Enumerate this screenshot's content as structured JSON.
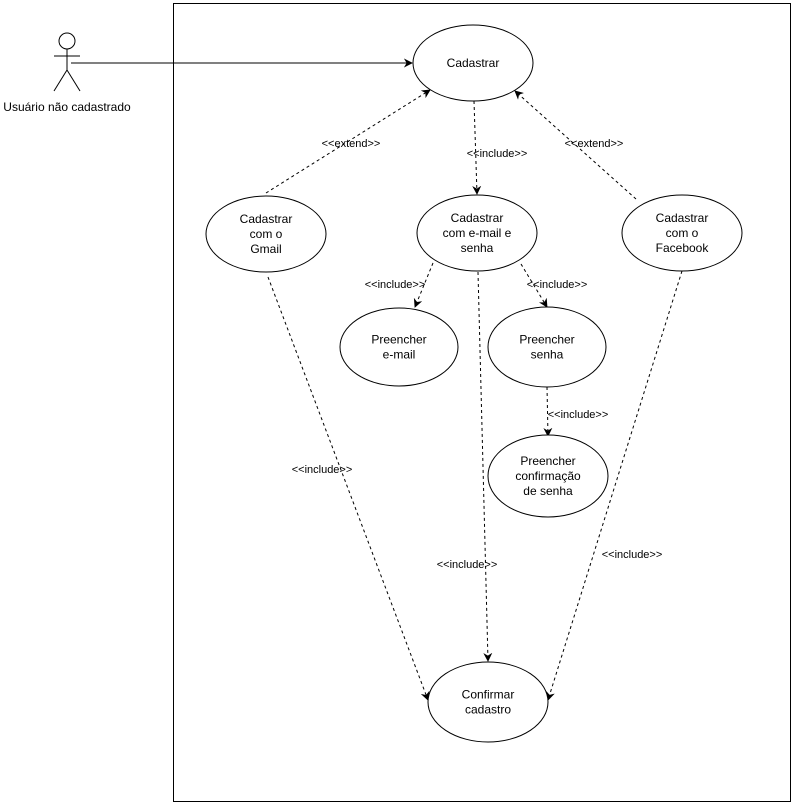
{
  "diagram": {
    "actor": {
      "label": "Usuário não cadastrado"
    },
    "use_cases": {
      "cadastrar": [
        "Cadastrar"
      ],
      "gmail": [
        "Cadastrar",
        "com o",
        "Gmail"
      ],
      "email_senha": [
        "Cadastrar",
        "com e-mail e",
        "senha"
      ],
      "facebook": [
        "Cadastrar",
        "com o",
        "Facebook"
      ],
      "preencher_email": [
        "Preencher",
        "e-mail"
      ],
      "preencher_senha": [
        "Preencher",
        "senha"
      ],
      "confirmacao_senha": [
        "Preencher",
        "confirmação",
        "de senha"
      ],
      "confirmar_cadastro": [
        "Confirmar",
        "cadastro"
      ]
    },
    "relations": {
      "extend_gmail": "<<extend>>",
      "extend_facebook": "<<extend>>",
      "include_email_senha": "<<include>>",
      "include_preencher_email": "<<include>>",
      "include_preencher_senha": "<<include>>",
      "include_confirmacao_senha": "<<include>>",
      "include_gmail_confirmar": "<<include>>",
      "include_email_senha_confirmar": "<<include>>",
      "include_facebook_confirmar": "<<include>>"
    },
    "colors": {
      "stroke": "#000000",
      "fill": "#ffffff"
    }
  }
}
